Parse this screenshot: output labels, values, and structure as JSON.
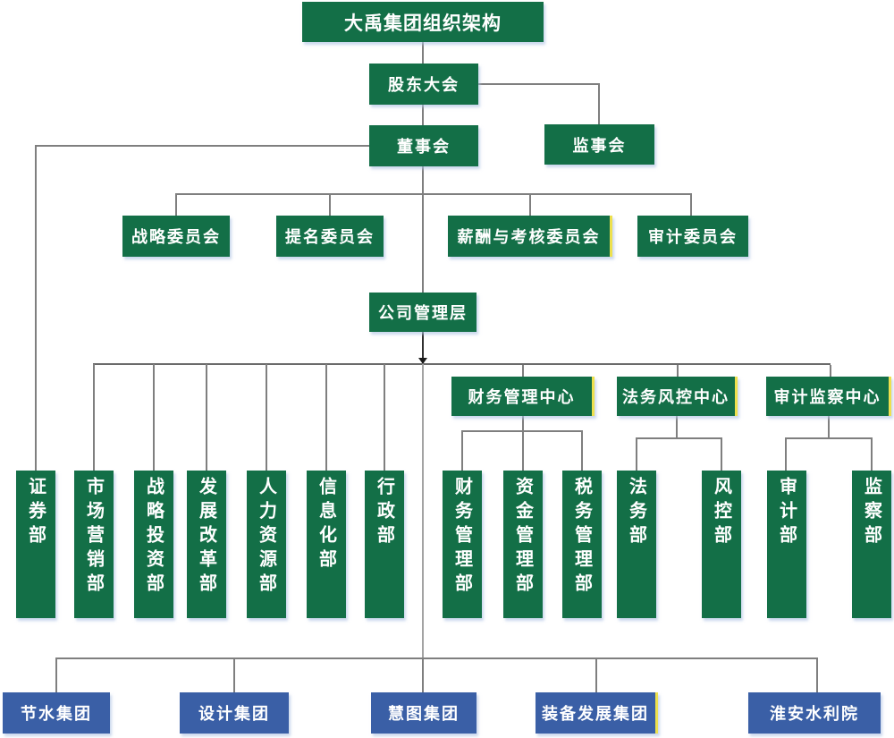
{
  "org": {
    "title": "大禹集团组织架构",
    "governance": {
      "shareholders": "股东大会",
      "board": "董事会",
      "supervisory": "监事会"
    },
    "committees": [
      "战略委员会",
      "提名委员会",
      "薪酬与考核委员会",
      "审计委员会"
    ],
    "management": "公司管理层",
    "centers": [
      "财务管理中心",
      "法务风控中心",
      "审计监察中心"
    ],
    "departments": [
      "证券部",
      "市场营销部",
      "战略投资部",
      "发展改革部",
      "人力资源部",
      "信息化部",
      "行政部",
      "财务管理部",
      "资金管理部",
      "税务管理部",
      "法务部",
      "风控部",
      "审计部",
      "监察部"
    ],
    "subsidiaries": [
      "节水集团",
      "设计集团",
      "慧图集团",
      "装备发展集团",
      "淮安水利院"
    ],
    "colors": {
      "node_green": "#136F47",
      "node_blue": "#3A5FA6",
      "highlight_edge": "#EDE04E",
      "connector": "#7F7F7F",
      "text": "#FFFFFF",
      "background": "#FFFFFF"
    }
  }
}
